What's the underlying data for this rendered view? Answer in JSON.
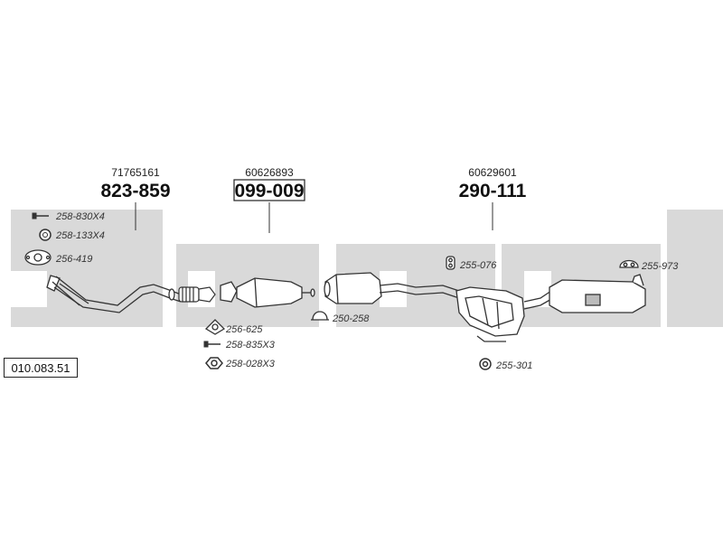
{
  "assemblies": [
    {
      "ref": "71765161",
      "number": "823-859"
    },
    {
      "ref": "60626893",
      "number": "099-009"
    },
    {
      "ref": "60629601",
      "number": "290-111"
    }
  ],
  "parts": {
    "p1": "258-830X4",
    "p2": "258-133X4",
    "p3": "256-419",
    "p4": "256-625",
    "p5": "258-835X3",
    "p6": "258-028X3",
    "p7": "250-258",
    "p8": "255-076",
    "p9": "255-973",
    "p10": "255-301"
  },
  "kit_number": "010.083.51",
  "colors": {
    "background_band": "#d9d9d9",
    "line": "#333333"
  }
}
